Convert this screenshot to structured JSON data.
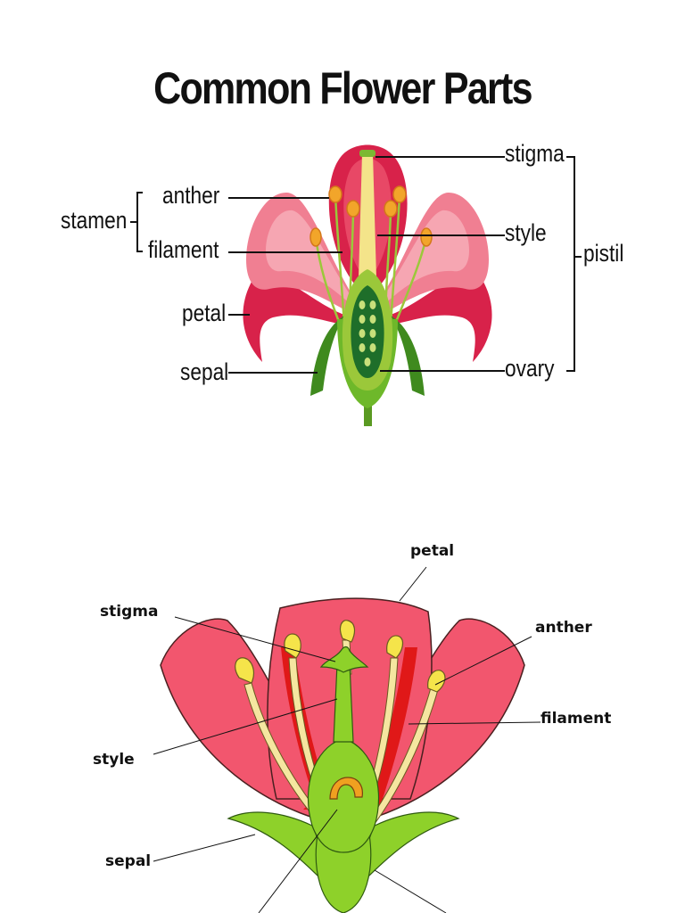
{
  "top_diagram": {
    "title": "Common Flower Parts",
    "labels": {
      "stigma": "stigma",
      "anther": "anther",
      "stamen": "stamen",
      "style": "style",
      "pistil": "pistil",
      "filament": "filament",
      "petal": "petal",
      "sepal": "sepal",
      "ovary": "ovary"
    }
  },
  "bottom_diagram": {
    "labels": {
      "petal": "petal",
      "stigma": "stigma",
      "anther": "anther",
      "filament": "filament",
      "style": "style",
      "sepal": "sepal"
    }
  },
  "colors": {
    "petal_dark": "#d8224a",
    "petal_light": "#f08898",
    "sepal_green": "#3f8a1e",
    "pistil_green": "#9bc83a",
    "anther_orange": "#f2a52a",
    "bottom_petal": "#f2566e",
    "bottom_anther": "#f5e44a"
  }
}
